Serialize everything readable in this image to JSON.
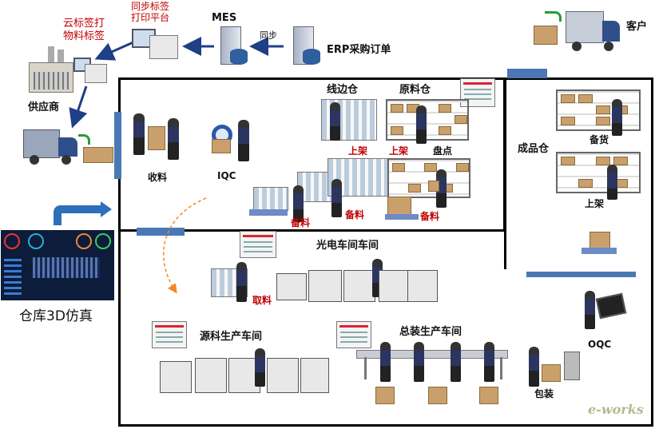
{
  "labels": {
    "cloud_print": "云标签打\n物料标签",
    "sync_print": "同步标签\n打印平台",
    "mes": "MES",
    "sync": "同步",
    "erp": "ERP采购订单",
    "customer": "客户",
    "supplier": "供应商",
    "receive": "收料",
    "iqc": "IQC",
    "line_side": "线边仓",
    "raw_material": "原料仓",
    "shelve_1": "上架",
    "shelve_2": "上架",
    "inventory": "盘点",
    "prepare_1": "备料",
    "prepare_2": "备料",
    "prepare_3": "备料",
    "finished": "成品仓",
    "stock": "备货",
    "shelve_3": "上架",
    "warehouse_sim": "仓库3D仿真",
    "optoelectronic": "光电车间车间",
    "pick": "取料",
    "source_workshop": "源科生产车间",
    "assembly": "总装生产车间",
    "oqc": "OQC",
    "packing": "包装",
    "watermark": "e-works"
  },
  "colors": {
    "arrow": "#1f3f86",
    "bar": "#4a78b5",
    "red_label": "#c00000"
  }
}
